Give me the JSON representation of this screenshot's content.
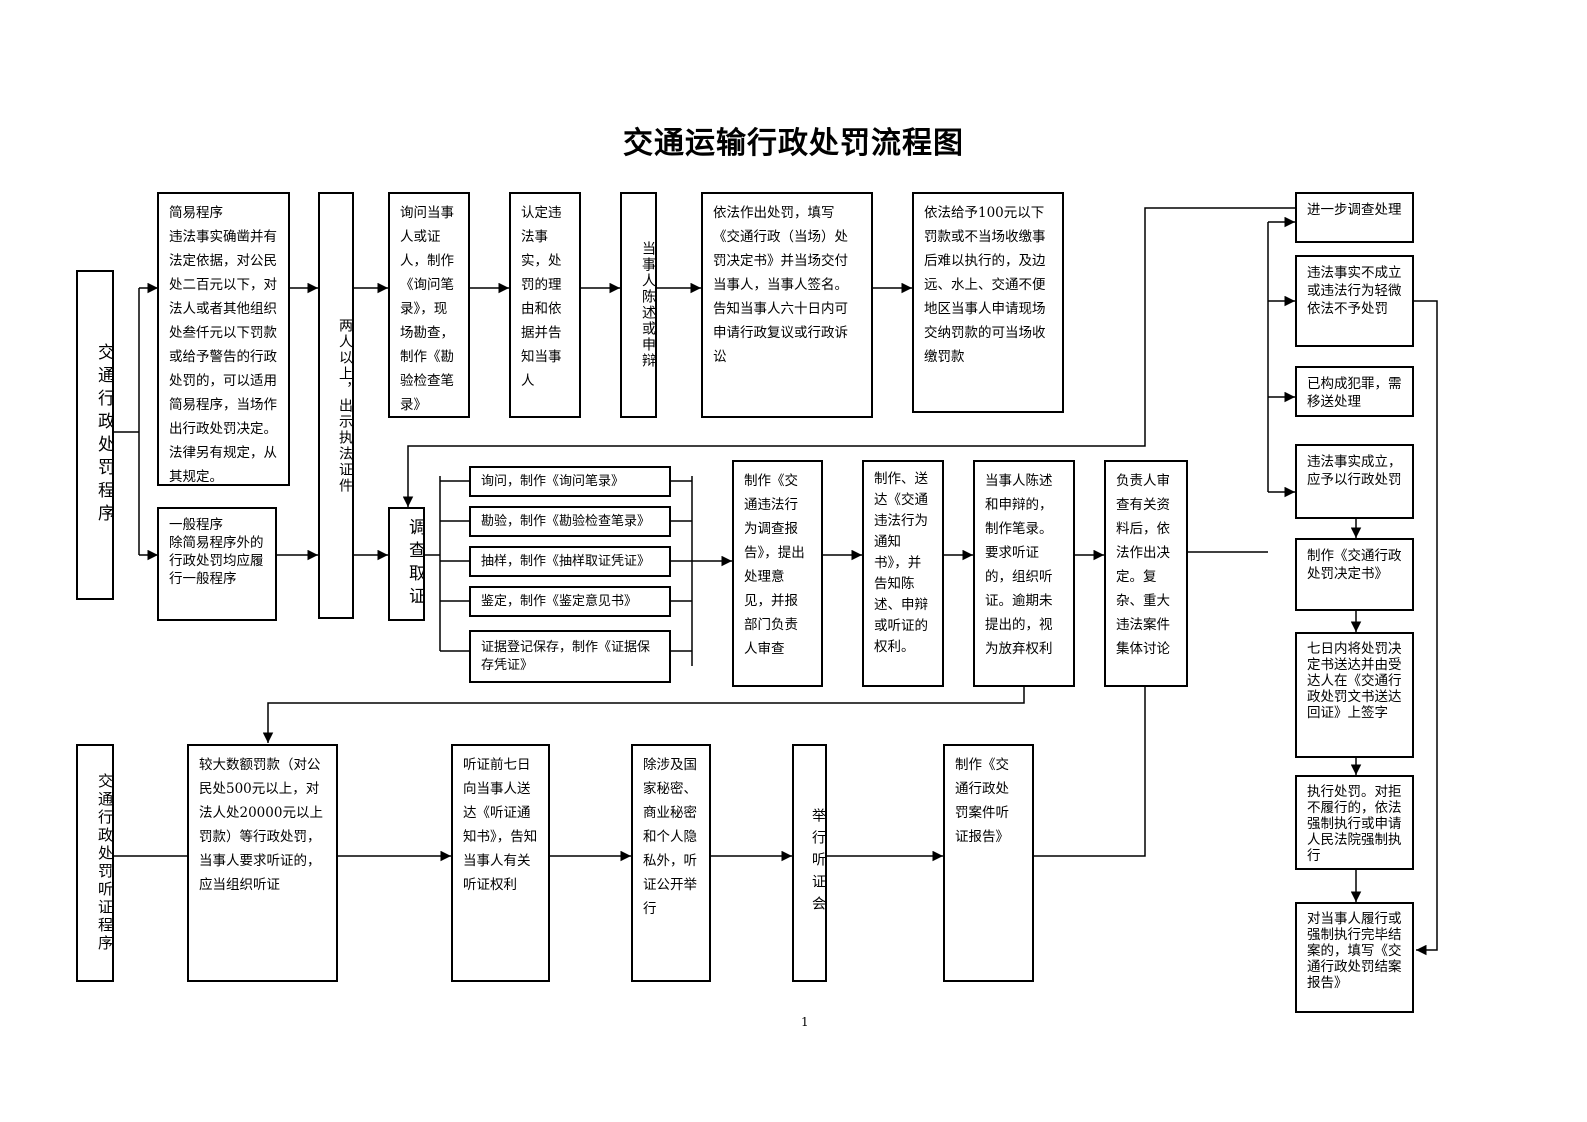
{
  "title": "交通运输行政处罚流程图",
  "page_number": "1",
  "labels": {
    "admin": "交通行政处罚程序",
    "hearing": "交通行政处罚听证程序"
  },
  "top_row": {
    "simple": [
      "简易程序",
      "违法事实确凿并有法定依据，对公民处二百元以下，对法人或者其他组织处叁仟元以下罚款或给予警告的行政处罚的，可以适用简易程序，当场作出行政处罚决定。法律另有规定，从其规定。"
    ],
    "general": [
      "一般程序",
      "除简易程序外的行政处罚均应履行一般程序"
    ],
    "two_people": "两人以上，出示执法证件",
    "inquiry": "询问当事人或证人，制作《询问笔录》，现场勘查，制作《勘验检查笔录》",
    "identify": "认定违法事实，处罚的理由和依据并告知当事人",
    "defend": "当事人陈述或申辩",
    "decision": "依法作出处罚，填写《交通行政（当场）处罚决定书》并当场交付当事人，当事人签名。告知当事人六十日内可申请行政复议或行政诉讼",
    "fine": "依法给予100元以下罚款或不当场收缴事后难以执行的，及边远、水上、交通不便地区当事人申请现场交纳罚款的可当场收缴罚款"
  },
  "mid_row": {
    "investigate": "调查取证",
    "items": [
      "询问，制作《询问笔录》",
      "勘验，制作《勘验检查笔录》",
      "抽样，制作《抽样取证凭证》",
      "鉴定，制作《鉴定意见书》",
      "证据登记保存，制作《证据保存凭证》"
    ],
    "report": "制作《交通违法行为调查报告》，提出处理意见，并报部门负责人审查",
    "notify": "制作、送达《交通违法行为通知书》，并告知陈述、申辩或听证的权利。",
    "statement": "当事人陈述和申辩的，制作笔录。要求听证的，组织听证。逾期未提出的，视为放弃权利",
    "review": "负责人审查有关资料后，依法作出决定。复杂、重大违法案件集体讨论"
  },
  "bottom_row": {
    "large_fine": "较大数额罚款（对公民处500元以上，对法人处20000元以上罚款）等行政处罚，当事人要求听证的，应当组织听证",
    "seven_days": "听证前七日向当事人送达《听证通知书》，告知当事人有关听证权利",
    "public": "除涉及国家秘密、商业秘密和个人隐私外，听证公开举行",
    "hold": "举行听证会",
    "hearing_report": "制作《交通行政处罚案件听证报告》"
  },
  "right_col": {
    "further": "进一步调查处理",
    "not_established": "违法事实不成立或违法行为轻微依法不予处罚",
    "crime": "已构成犯罪，需移送处理",
    "should_punish": "违法事实成立，应予以行政处罚",
    "make_decision": "制作《交通行政处罚决定书》",
    "deliver": "七日内将处罚决定书送达并由受达人在《交通行政处罚文书送达回证》上签字",
    "execute": "执行处罚。对拒不履行的，依法强制执行或申请人民法院强制执行",
    "close": "对当事人履行或强制执行完毕结案的，填写《交通行政处罚结案报告》"
  }
}
